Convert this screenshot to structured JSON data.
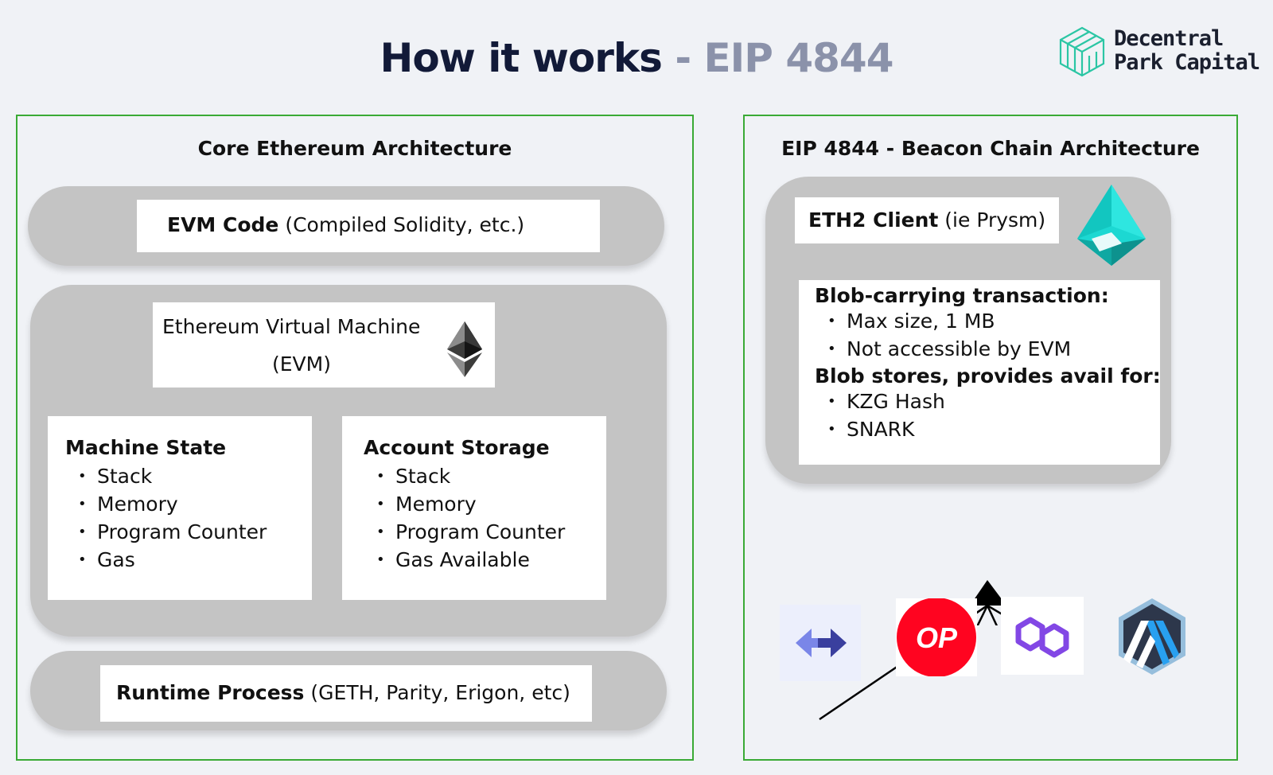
{
  "title": {
    "main": "How it works",
    "separator": " - ",
    "suffix": "EIP 4844"
  },
  "logo": {
    "line1": "Decentral",
    "line2": "Park Capital",
    "icon": "cube-icon"
  },
  "colors": {
    "panel_border": "#3aaa35",
    "pill_gray": "#c4c4c4",
    "title_dark": "#121a38",
    "title_gray": "#8b92aa"
  },
  "left_panel": {
    "title": "Core Ethereum Architecture",
    "evm_code": {
      "bold": "EVM Code",
      "rest": " (Compiled Solidity, etc.)"
    },
    "evm": {
      "line1": "Ethereum Virtual Machine",
      "line2": "(EVM)",
      "icon": "ethereum-icon"
    },
    "machine_state": {
      "title": "Machine State",
      "items": [
        "Stack",
        "Memory",
        "Program Counter",
        "Gas"
      ]
    },
    "account_storage": {
      "title": "Account Storage",
      "items": [
        "Stack",
        "Memory",
        "Program Counter",
        "Gas Available"
      ]
    },
    "runtime": {
      "bold": "Runtime Process",
      "rest": " (GETH, Parity, Erigon, etc)"
    }
  },
  "right_panel": {
    "title": "EIP 4844 - Beacon Chain Architecture",
    "client": {
      "bold": "ETH2 Client",
      "rest": " (ie Prysm)",
      "icon": "prysm-icon"
    },
    "blob_tx": {
      "title": "Blob-carrying transaction:",
      "items": [
        "Max size, 1 MB",
        "Not accessible by EVM"
      ]
    },
    "blob_store": {
      "title": "Blob stores, provides avail for:",
      "items": [
        "KZG Hash",
        "SNARK"
      ]
    },
    "rollups": [
      {
        "icon": "bridge-arrows-icon"
      },
      {
        "icon": "optimism-icon",
        "label": "OP"
      },
      {
        "icon": "polygon-icon"
      },
      {
        "icon": "arbitrum-icon"
      }
    ]
  }
}
